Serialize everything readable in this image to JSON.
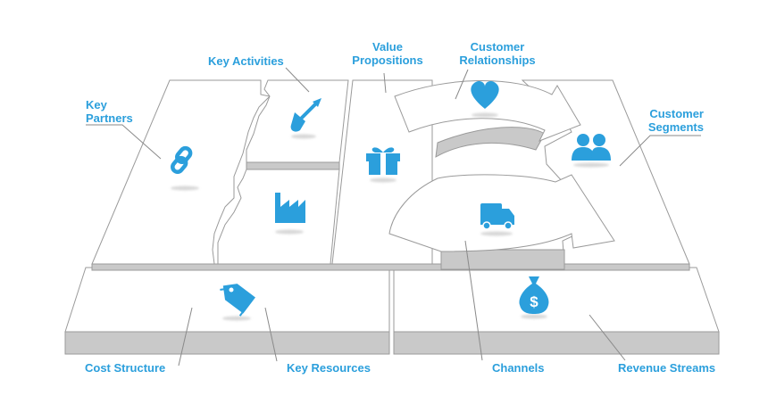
{
  "colors": {
    "accent": "#2b9fdc",
    "panel": "#ffffff",
    "panel_edge": "#9a9a9a",
    "panel_side": "#c9c9c9",
    "shadow": "#d8d8d8"
  },
  "labels": {
    "key_partners": [
      "Key",
      "Partners"
    ],
    "key_activities": "Key Activities",
    "value_propositions": [
      "Value",
      "Propositions"
    ],
    "customer_relationships": [
      "Customer",
      "Relationships"
    ],
    "customer_segments": [
      "Customer",
      "Segments"
    ],
    "cost_structure": "Cost Structure",
    "key_resources": "Key Resources",
    "channels": "Channels",
    "revenue_streams": "Revenue Streams"
  },
  "icons": {
    "key_partners": "chain-link-icon",
    "key_activities": "shovel-icon",
    "key_resources": "factory-icon",
    "value_propositions": "gift-icon",
    "customer_relationships": "heart-icon",
    "customer_segments": "people-icon",
    "channels": "delivery-truck-icon",
    "cost_structure": "price-tag-icon",
    "revenue_streams": "money-bag-icon"
  }
}
